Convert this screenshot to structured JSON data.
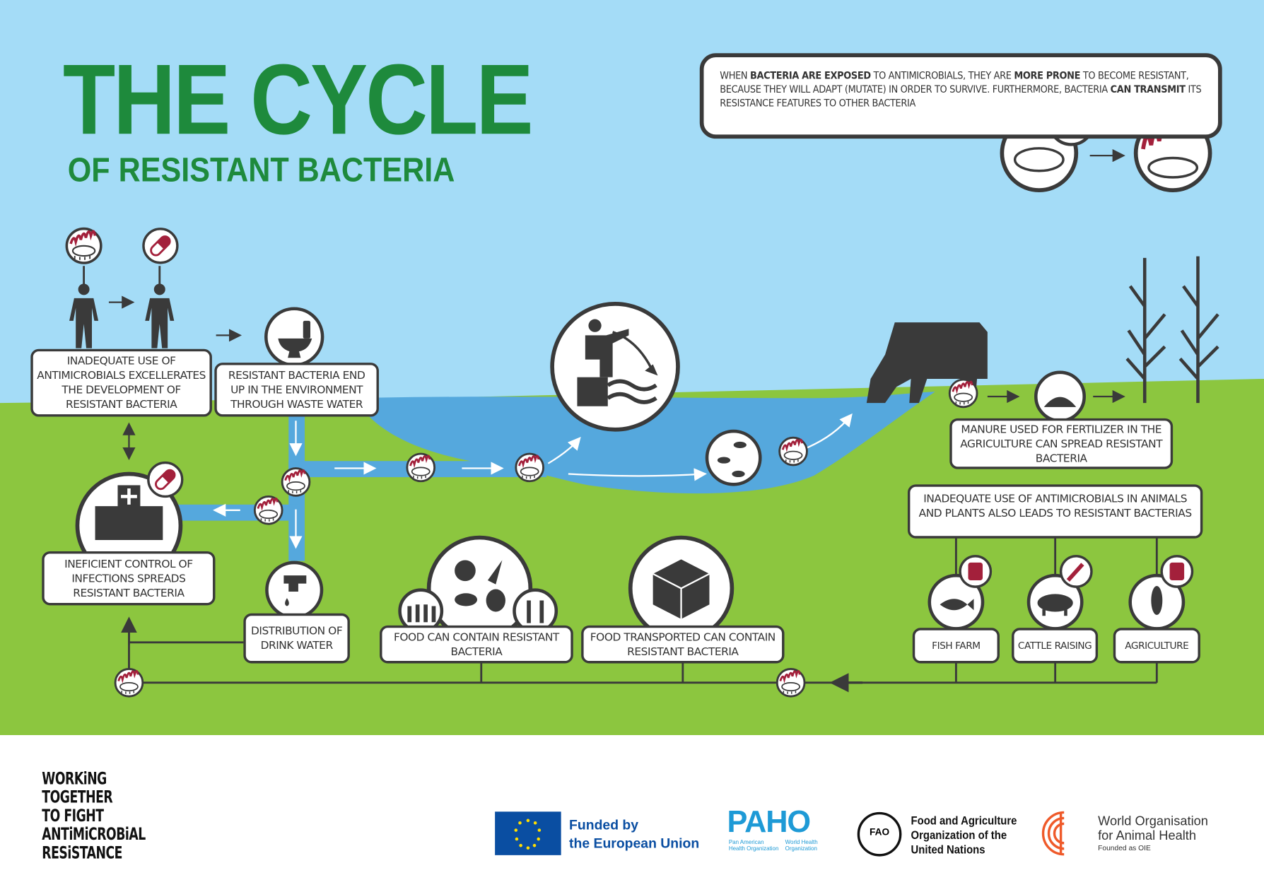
{
  "title": {
    "main": "THE CYCLE",
    "sub": "OF RESISTANT BACTERIA"
  },
  "info_box": {
    "segments": [
      {
        "text": "WHEN ",
        "bold": false
      },
      {
        "text": "BACTERIA ARE EXPOSED",
        "bold": true
      },
      {
        "text": " TO ANTIMICROBIALS, THEY ARE ",
        "bold": false
      },
      {
        "text": "MORE PRONE",
        "bold": true
      },
      {
        "text": " TO BECOME RESISTANT, BECAUSE THEY WILL ADAPT (MUTATE) IN ORDER TO SURVIVE. FURTHERMORE, BACTERIA ",
        "bold": false
      },
      {
        "text": "CAN TRANSMIT",
        "bold": true
      },
      {
        "text": " ITS RESISTANCE FEATURES TO OTHER BACTERIA",
        "bold": false
      }
    ]
  },
  "steps": {
    "inadequate_use": "INADEQUATE USE OF ANTIMICROBIALS EXCELLERATES THE DEVELOPMENT OF RESISTANT BACTERIA",
    "waste_water": "RESISTANT BACTERIA END UP IN THE ENVIRONMENT THROUGH WASTE WATER",
    "infection_control": "INEFICIENT CONTROL OF INFECTIONS SPREADS RESISTANT BACTERIA",
    "drink_water": "DISTRIBUTION OF DRINK WATER",
    "food_contain": "FOOD CAN CONTAIN RESISTANT BACTERIA",
    "food_transport": "FOOD TRANSPORTED CAN CONTAIN RESISTANT BACTERIA",
    "manure": "MANURE USED FOR FERTILIZER IN THE AGRICULTURE CAN SPREAD RESISTANT BACTERIA",
    "animals_plants": "INADEQUATE USE OF ANTIMICROBIALS IN ANIMALS AND PLANTS ALSO LEADS TO RESISTANT BACTERIAS",
    "fish_farm": "FISH FARM",
    "cattle": "CATTLE RAISING",
    "agriculture": "AGRICULTURE"
  },
  "footer": {
    "campaign": [
      "WORKiNG",
      "TOGETHER",
      "TO FIGHT",
      "ANTiMiCROBiAL",
      "RESiSTANCE"
    ],
    "eu": {
      "line1": "Funded by",
      "line2": "the European Union"
    },
    "paho": {
      "name": "PAHO",
      "sub1": "Pan American Health Organization",
      "sub2": "World Health Organization"
    },
    "fao": {
      "letters": "FAO",
      "line1": "Food and Agriculture",
      "line2": "Organization of the",
      "line3": "United Nations"
    },
    "woah": {
      "line1": "World Organisation",
      "line2": "for Animal Health",
      "line3": "Founded as OIE"
    }
  },
  "colors": {
    "sky": "#a4dcf7",
    "grass": "#8cc63f",
    "water": "#55a8dd",
    "title_green": "#1e8a3c",
    "pill_red": "#a3203b",
    "dark": "#3a3a3a",
    "eu_blue": "#0a4ea2",
    "paho_blue": "#1e9ad6",
    "woah_orange": "#ef5a2a"
  }
}
